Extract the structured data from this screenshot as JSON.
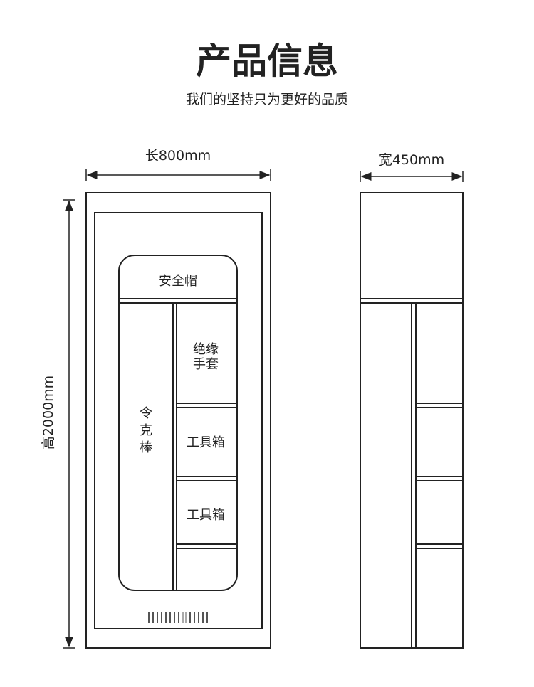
{
  "header": {
    "title": "产品信息",
    "subtitle": "我们的坚持只为更好的品质"
  },
  "dimensions": {
    "length": "长800mm",
    "height": "高2000mm",
    "width": "宽450mm"
  },
  "compartments": {
    "helmet": "安全帽",
    "gloves_line1": "绝缘",
    "gloves_line2": "手套",
    "rod": [
      "令",
      "克",
      "棒"
    ],
    "toolbox1": "工具箱",
    "toolbox2": "工具箱"
  },
  "colors": {
    "line": "#222222",
    "text": "#222222"
  }
}
